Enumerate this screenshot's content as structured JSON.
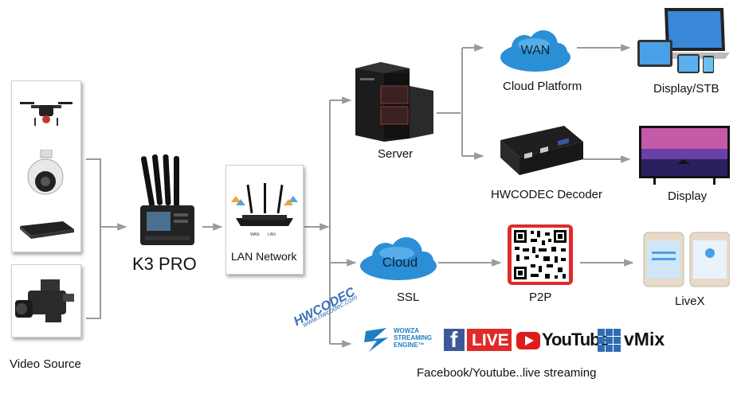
{
  "labels": {
    "video_source": "Video Source",
    "k3_pro": "K3 PRO",
    "lan_network": "LAN Network",
    "server": "Server",
    "cloud_platform": "Cloud Platform",
    "display_stb": "Display/STB",
    "decoder": "HWCODEC Decoder",
    "display": "Display",
    "ssl": "SSL",
    "p2p": "P2P",
    "livex": "LiveX",
    "streaming": "Facebook/Youtube..live streaming"
  },
  "clouds": {
    "wan": "WAN",
    "cloud": "Cloud"
  },
  "router_ports": {
    "wan": "WAN",
    "lan": "LAN"
  },
  "watermark": {
    "brand": "HWCODEC",
    "url": "www.hwcodec.com"
  },
  "logos": {
    "wowza_line1": "WOWZA",
    "wowza_line2": "STREAMING",
    "wowza_line3": "ENGINE™",
    "facebook": "f",
    "live": "LIVE",
    "youtube": "YouTube",
    "vmix": "vMix"
  },
  "colors": {
    "cloud": "#2b8fd6",
    "arrow": "#9a9a9a",
    "live_red": "#e02a2a",
    "youtube_red": "#e01b1b",
    "facebook_blue": "#3b5998",
    "vmix_blue": "#2f6db3",
    "wowza_blue": "#1e7fc2",
    "qr_border": "#e02a2a"
  }
}
